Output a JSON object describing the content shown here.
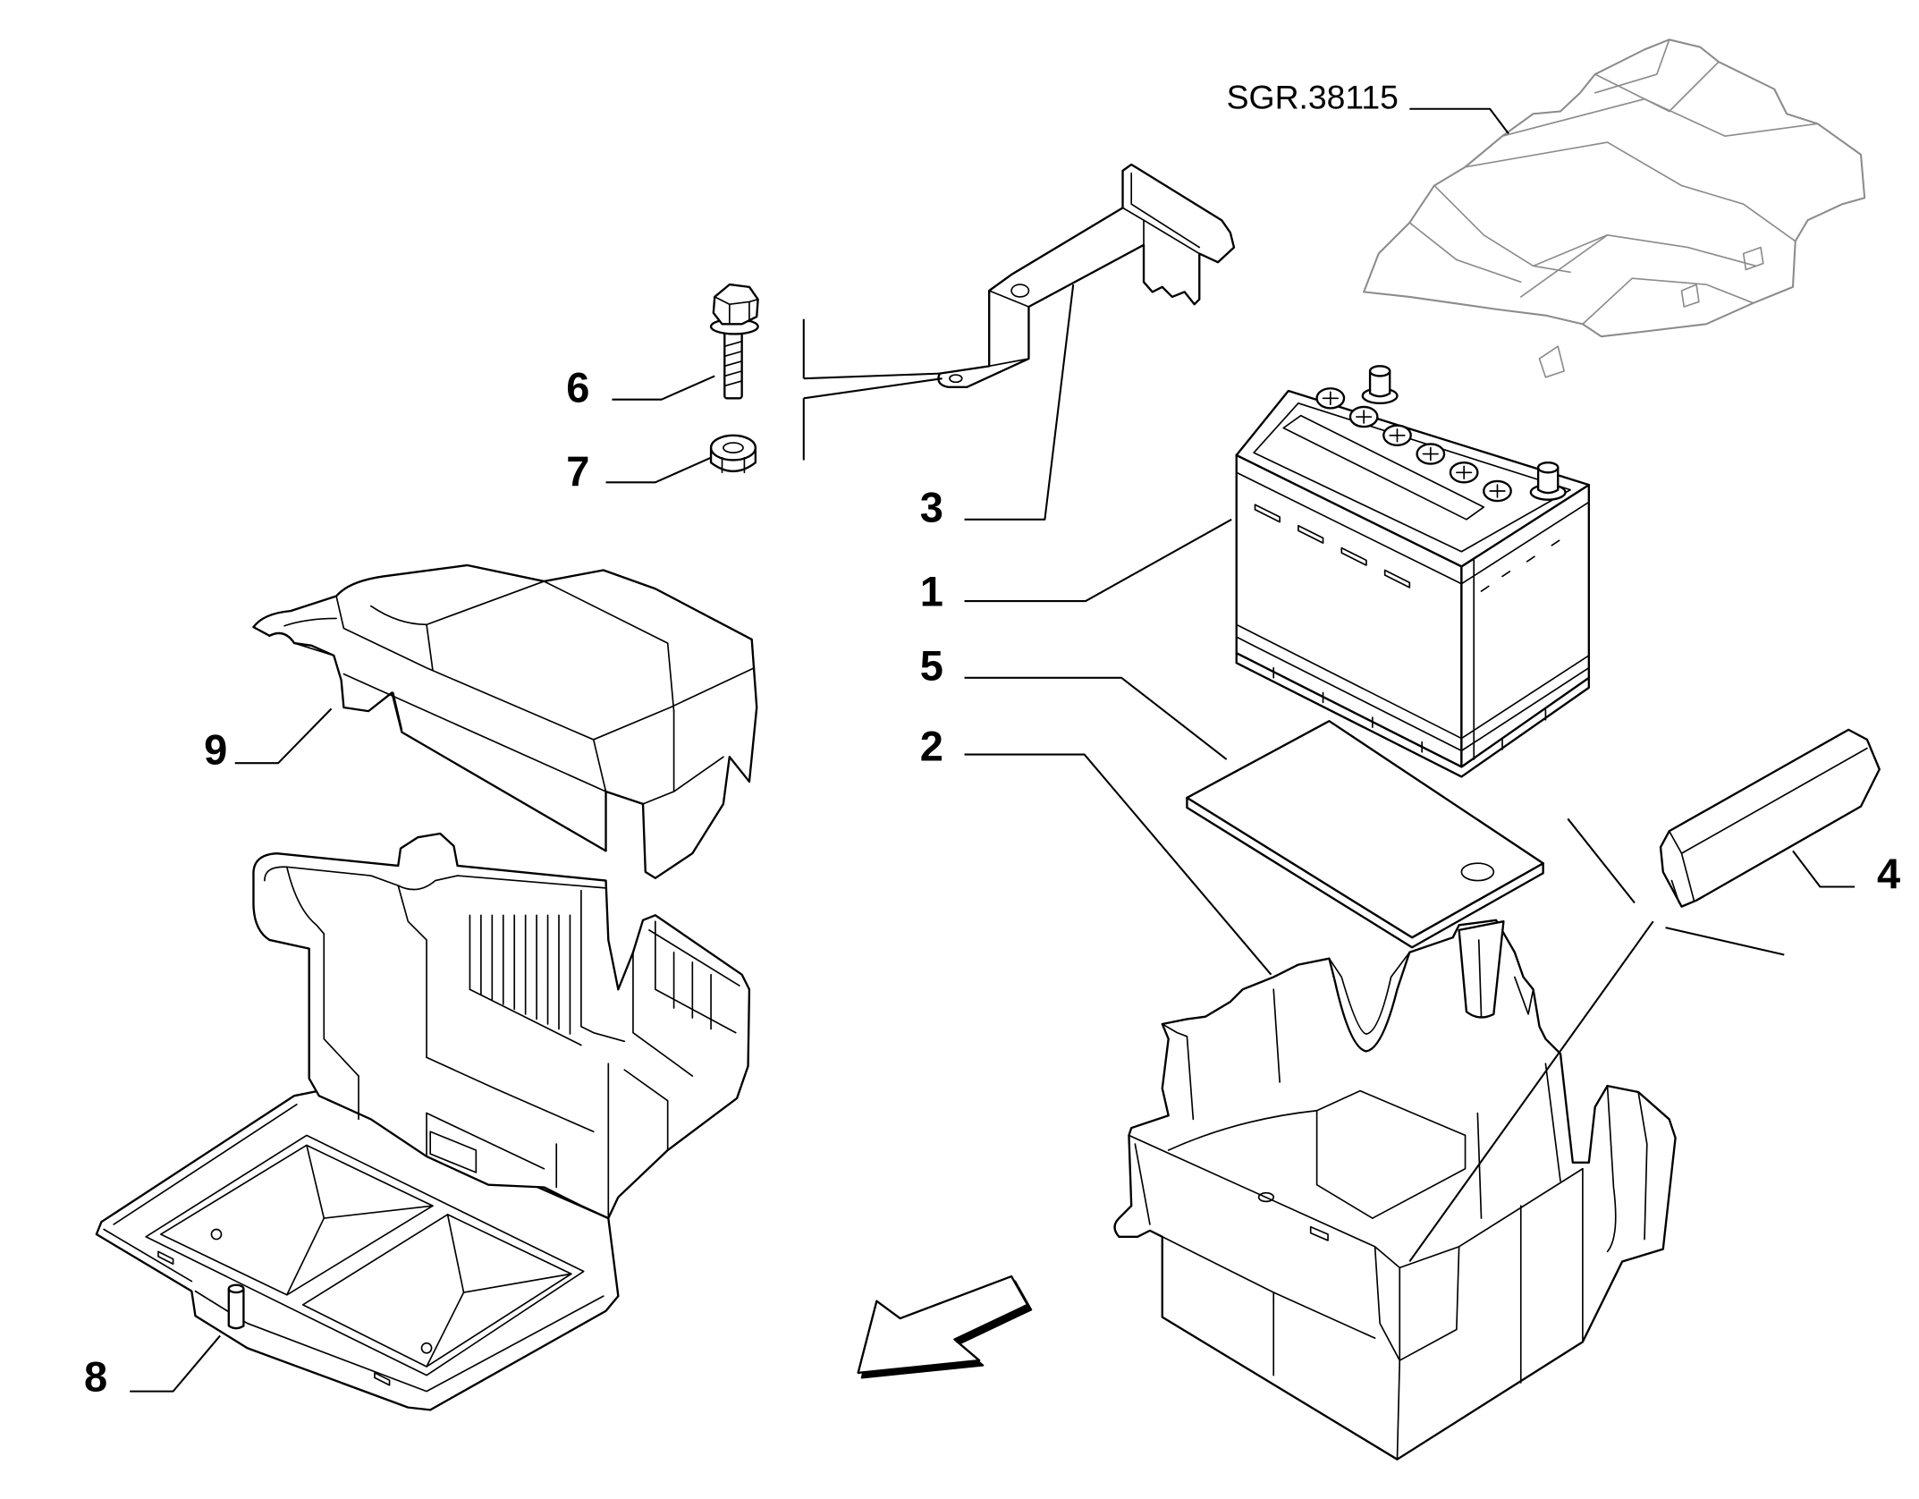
{
  "colors": {
    "line": "#000000",
    "reference_part_line": "#8c8c8c",
    "background": "#ffffff"
  },
  "icons": {
    "orientation_arrow": "arrow-down-left-icon"
  },
  "reference_label": "SGR.38115",
  "callouts": [
    {
      "label": "1"
    },
    {
      "label": "2"
    },
    {
      "label": "3"
    },
    {
      "label": "4"
    },
    {
      "label": "5"
    },
    {
      "label": "6"
    },
    {
      "label": "7"
    },
    {
      "label": "8"
    },
    {
      "label": "9"
    }
  ]
}
